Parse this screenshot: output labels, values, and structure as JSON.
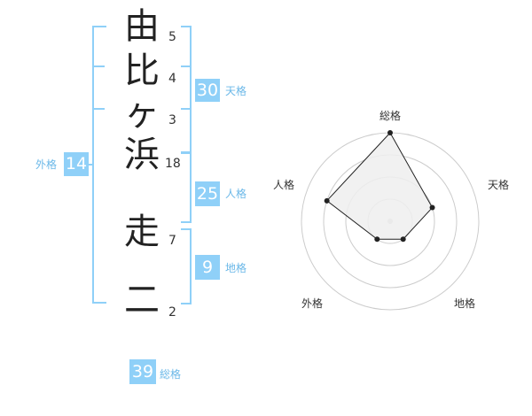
{
  "name_chars": [
    {
      "char": "由",
      "strokes": "5"
    },
    {
      "char": "比",
      "strokes": "4"
    },
    {
      "char": "ヶ",
      "strokes": "3"
    },
    {
      "char": "浜",
      "strokes": "18"
    },
    {
      "char": "走",
      "strokes": "7"
    },
    {
      "char": "二",
      "strokes": "2"
    }
  ],
  "fortunes": {
    "tenkaku": {
      "value": "30",
      "label": "天格"
    },
    "jinkaku": {
      "value": "25",
      "label": "人格"
    },
    "chikaku": {
      "value": "9",
      "label": "地格"
    },
    "gaikaku": {
      "value": "14",
      "label": "外格"
    },
    "soukaku": {
      "value": "39",
      "label": "総格"
    }
  },
  "radar": {
    "axes": [
      "総格",
      "天格",
      "地格",
      "外格",
      "人格"
    ],
    "levels": 4,
    "values": [
      4,
      2,
      1,
      1,
      3
    ],
    "grid_color": "#cccccc",
    "fill_color": "#eeeeee",
    "line_color": "#222222"
  },
  "colors": {
    "accent": "#8fd0f8",
    "label": "#6bb8e8"
  }
}
